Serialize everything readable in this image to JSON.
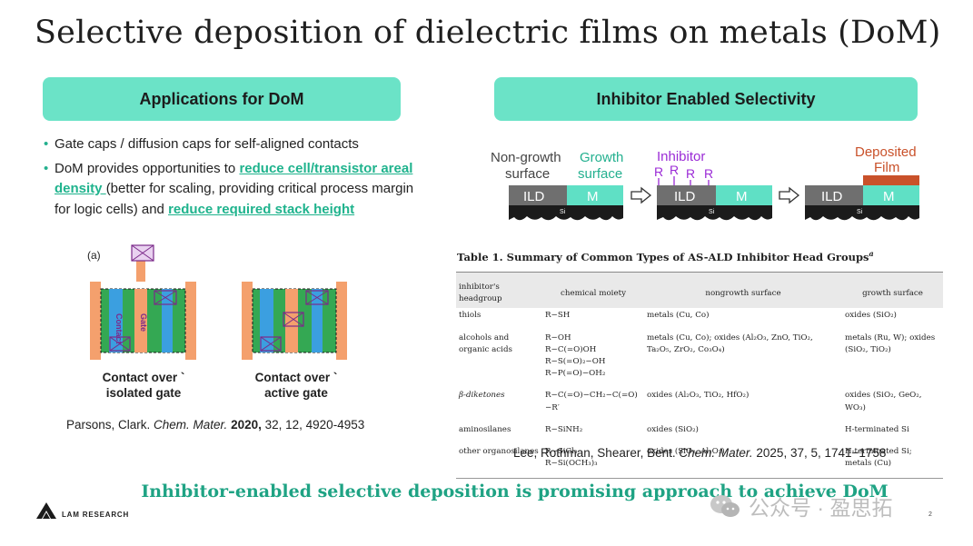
{
  "slide": {
    "title": "Selective deposition of dielectric films on metals (DoM)",
    "page_number": "2"
  },
  "left": {
    "header": "Applications for DoM",
    "bullet1": "Gate caps / diffusion caps for self-aligned contacts",
    "bullet2_pre": "DoM provides opportunities to ",
    "bullet2_link1": "reduce cell/transistor areal density ",
    "bullet2_mid": "(better for scaling, providing critical process margin for logic cells) and ",
    "bullet2_link2": "reduce required stack height",
    "figure": {
      "panel_label": "(a)",
      "contact_label": "Contact",
      "gate_label": "Gate",
      "caption_left_1": "Contact over",
      "caption_left_2": "isolated gate",
      "caption_right_1": "Contact over",
      "caption_right_2": "active gate",
      "tick_mark": "`"
    },
    "citation": {
      "authors": "Parsons, Clark. ",
      "journal": "Chem. Mater.",
      "year": "2020,",
      "rest": " 32, 12, 4920-4953"
    }
  },
  "right": {
    "header": "Inhibitor Enabled Selectivity",
    "schematic": {
      "nongrowth_1": "Non-growth",
      "nongrowth_2": "surface",
      "growth_1": "Growth",
      "growth_2": "surface",
      "inhibitor": "Inhibitor",
      "r": "R",
      "deposited_1": "Deposited",
      "deposited_2": "Film",
      "ild": "ILD",
      "m": "M",
      "si": "Si"
    },
    "table": {
      "title": "Table 1. Summary of Common Types of AS-ALD Inhibitor Head Groups",
      "title_sup": "a",
      "headers": [
        "inhibitor's headgroup",
        "chemical moiety",
        "nongrowth surface",
        "growth surface"
      ],
      "rows": [
        {
          "head": "thiols",
          "moiety": "R−SH",
          "nongrowth": "metals (Cu, Co)",
          "growth": "oxides (SiO₂)"
        },
        {
          "head": "alcohols and organic acids",
          "moiety": "R−OH\nR−C(=O)OH\nR−S(=O)₂−OH\nR−P(=O)−OH₂",
          "nongrowth": "metals (Cu, Co); oxides (Al₂O₃, ZnO, TiO₂, Ta₂O₅, ZrO₂, Co₃O₄)",
          "growth": "metals (Ru, W); oxides (SiO₂, TiO₂)"
        },
        {
          "head": "β-diketones",
          "moiety": "R−C(=O)−CH₂−C(=O)−R′",
          "nongrowth": "oxides (Al₂O₃, TiO₂, HfO₂)",
          "growth": "oxides (SiO₂, GeO₂, WO₃)"
        },
        {
          "head": "aminosilanes",
          "moiety": "R−SiNH₂",
          "nongrowth": "oxides (SiO₂)",
          "growth": "H-terminated Si"
        },
        {
          "head": "other organosilanes",
          "moiety": "R−SiCl₃\nR−Si(OCH₃)₃",
          "nongrowth": "oxides (SiO₂, Al₂O₃)",
          "growth": "H-terminated Si; metals (Cu)"
        }
      ]
    },
    "citation": {
      "authors": "Lee, Rothman, Shearer, Bent. ",
      "journal": "Chem. Mater.",
      "rest": " 2025, 37, 5, 1741−1758"
    }
  },
  "footer": {
    "conclusion": "Inhibitor-enabled selective deposition is promising approach to achieve DoM",
    "logo_text": "LAM RESEARCH",
    "watermark": "公众号 · 盈思拓"
  },
  "colors": {
    "accent_teal": "#6be3c7",
    "link_green": "#1fb38d",
    "ild_gray": "#6f6f6f",
    "metal_teal": "#5fe0c5",
    "film_orange": "#c9512a",
    "inhibitor_purple": "#9b2bd6"
  }
}
